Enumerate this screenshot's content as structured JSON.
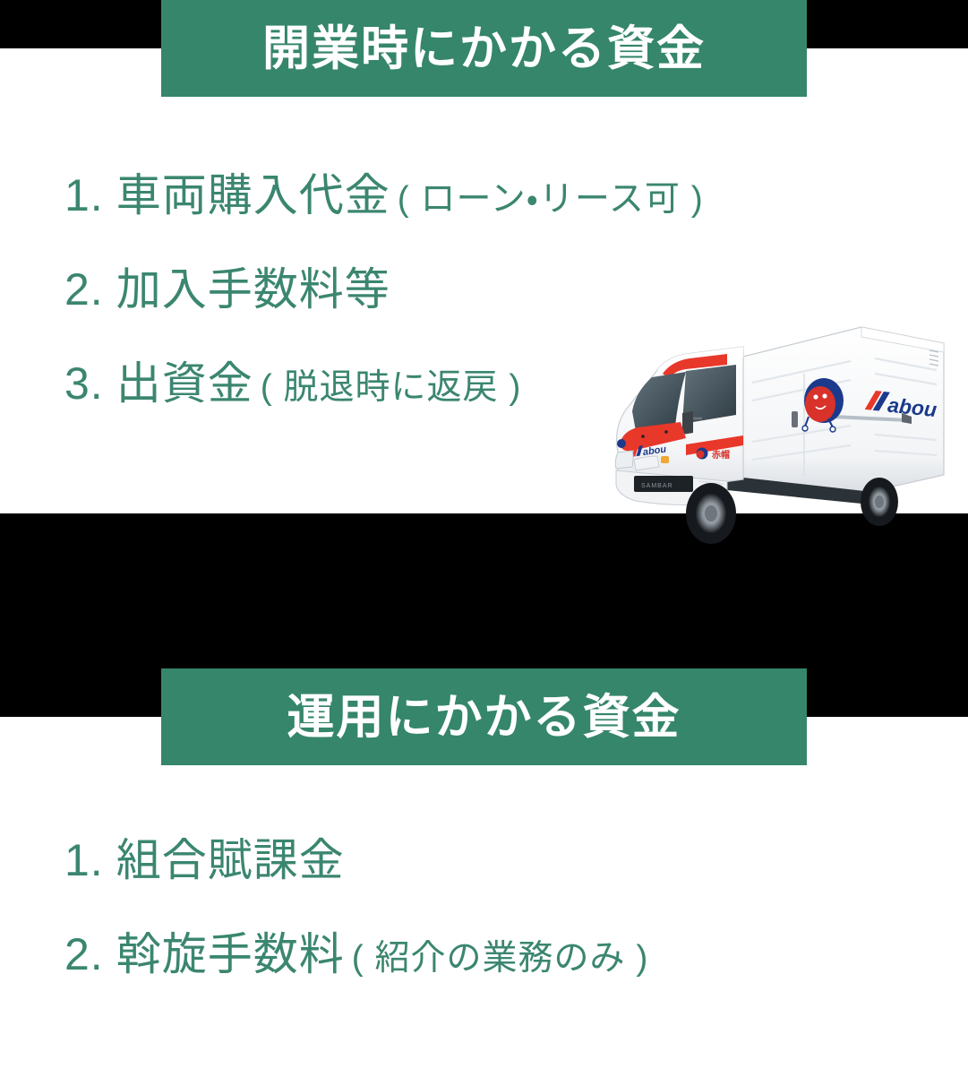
{
  "theme": {
    "banner_green": "#35866B",
    "text_green": "#3B8670",
    "block_black": "#000000",
    "banner_text_color": "#FFFFFF",
    "page_background": "#FFFFFF"
  },
  "sections": [
    {
      "id": "startup-costs",
      "banner_title": "開業時にかかる資金",
      "items": [
        {
          "index": "1.",
          "label": "車両購入代金",
          "note": "( ローン・リース可 )"
        },
        {
          "index": "2.",
          "label": "加入手数料等",
          "note": ""
        },
        {
          "index": "3.",
          "label": "出資金",
          "note": "( 脱退時に返戻 )"
        }
      ]
    },
    {
      "id": "operating-costs",
      "banner_title": "運用にかかる資金",
      "items": [
        {
          "index": "1.",
          "label": "組合賦課金",
          "note": ""
        },
        {
          "index": "2.",
          "label": "斡旋手数料",
          "note": "( 紹介の業務のみ )"
        }
      ]
    }
  ],
  "truck": {
    "alt": "赤帽 Akabou 軽貨物トラック",
    "body_color": "#FFFFFF",
    "accent_color": "#E8382A",
    "logo_text": "Akabou",
    "logo_accent_color": "#E8382A",
    "logo_body_color": "#1B3A8C",
    "badge_text": "赤帽",
    "plate_text": "SAMBAR"
  }
}
